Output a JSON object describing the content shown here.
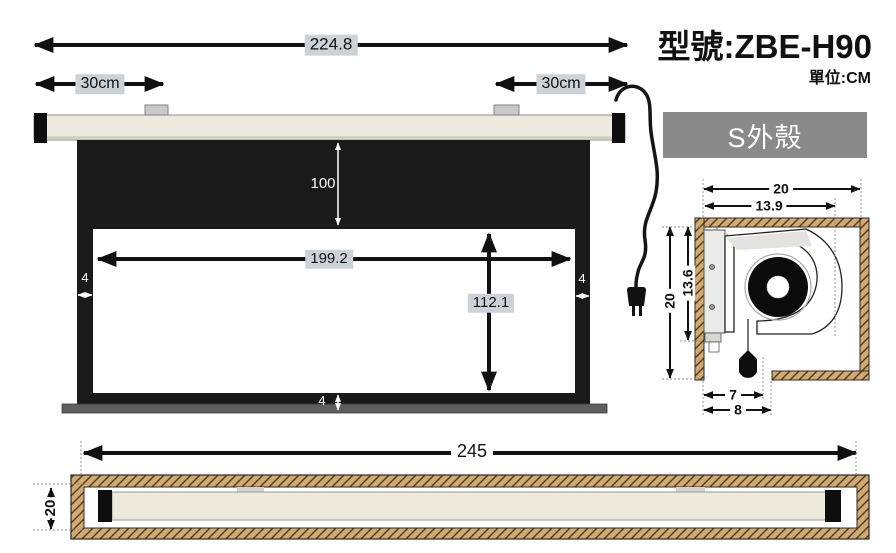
{
  "header": {
    "model": "型號:ZBE-H90",
    "unit": "單位:CM"
  },
  "detail_section": {
    "title": "S外殼",
    "outer_width": "20",
    "inner_width": "13.9",
    "outer_height": "20",
    "inner_height": "13.6",
    "slot_width": "7",
    "slot_outer_width": "8"
  },
  "top_view": {
    "overall_width": "224.8",
    "bracket_offset_left": "30cm",
    "bracket_offset_right": "30cm",
    "top_drop": "100",
    "viewing_width": "199.2",
    "viewing_height": "112.1",
    "border_left": "4",
    "border_right": "4",
    "border_bottom": "4"
  },
  "bottom_view": {
    "overall_length": "245",
    "case_height": "20"
  },
  "colors": {
    "label_bg": "#cbd2d8",
    "panel_gray": "#8a8a8a",
    "hatch_tan": "#d2a96e",
    "case_cream": "#edeadd",
    "screen_black": "#1a1a1a"
  }
}
